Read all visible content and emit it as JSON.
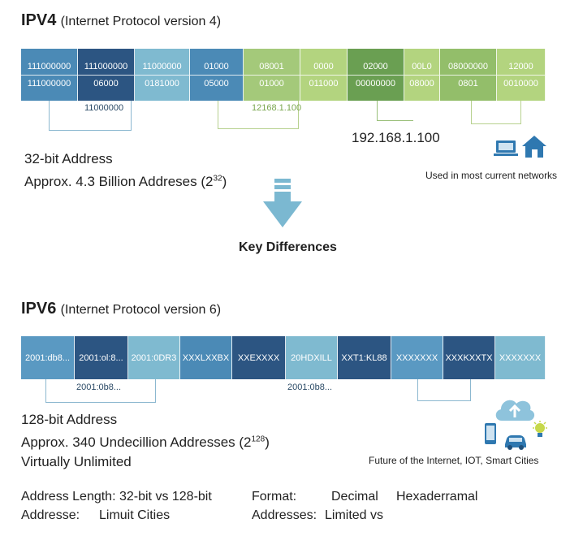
{
  "ipv4": {
    "title_bold": "IPV4",
    "title_sub": "(Internet Protocol version 4)",
    "cells": [
      {
        "top": "111000000",
        "bottom": "111000000",
        "color": "#4b8ab6"
      },
      {
        "top": "111000000",
        "bottom": "06000",
        "color": "#2c5582"
      },
      {
        "top": "11000000",
        "bottom": "0181000",
        "color": "#7fbad0"
      },
      {
        "top": "01000",
        "bottom": "05000",
        "color": "#4b8ab6"
      },
      {
        "top": "08001",
        "bottom": "01000",
        "color": "#a4c97a"
      },
      {
        "top": "0000",
        "bottom": "011000",
        "color": "#b3d47f"
      },
      {
        "top": "02000",
        "bottom": "00000000",
        "color": "#6a9f52"
      },
      {
        "top": "00L0",
        "bottom": "08000",
        "color": "#b3d47f"
      },
      {
        "top": "08000000",
        "bottom": "0801",
        "color": "#93be6a"
      },
      {
        "top": "12000",
        "bottom": "0010000",
        "color": "#b3d47f"
      }
    ],
    "bracket_label_1": "11000000",
    "bracket_label_2": "12168.1.100",
    "example_address": "192.168.1.100",
    "bit_line": "32-bit Address",
    "count_line": "Approx. 4.3 Billion Addreses (2",
    "count_exp": "32",
    "count_end": ")",
    "usage_note": "Used in most current networks"
  },
  "divider": {
    "label": "Key Differences"
  },
  "ipv6": {
    "title_bold": "IPV6",
    "title_sub": "(Internet Protocol version 6)",
    "cells": [
      {
        "text": "2001:db8...",
        "color": "#5a99c2"
      },
      {
        "text": "2001:ol:8...",
        "color": "#2c5582"
      },
      {
        "text": "2001:0DR3",
        "color": "#7fbad0"
      },
      {
        "text": "XXXLXXBX",
        "color": "#4b8ab6"
      },
      {
        "text": "XXEXXXX",
        "color": "#2c5582"
      },
      {
        "text": "20HDXILL",
        "color": "#7fbad0"
      },
      {
        "text": "XXT1:KL88",
        "color": "#2c5582"
      },
      {
        "text": "XXXXXXX",
        "color": "#5a99c2"
      },
      {
        "text": "XXXKXXTX",
        "color": "#2c5582"
      },
      {
        "text": "XXXXXXX",
        "color": "#7fbad0"
      }
    ],
    "bracket_label_1": "2001:0b8...",
    "bracket_label_2": "2001:0b8...",
    "bit_line": "128-bit Address",
    "count_line": "Approx. 340 Undecillion Addresses (2",
    "count_exp": "128",
    "count_end": ")",
    "unlimited_line": "Virtually Unlimited",
    "usage_note": "Future of the Internet, IOT, Smart Cities"
  },
  "comparison": {
    "length_label": "Address Length: 32-bit vs 128-bit",
    "format_label": "Format:",
    "format_decimal": "Decimal",
    "format_hex": "Hexaderramal",
    "addresses_label": "Addresse:",
    "addresses_value": "Limuit Cities",
    "addresses_label_2": "Addresses:",
    "addresses_value_2": "Limited vs"
  },
  "icons": [
    "laptop-icon",
    "house-icon",
    "arrow-down-icon",
    "cloud-upload-icon",
    "phone-icon",
    "car-icon",
    "lightbulb-icon"
  ]
}
